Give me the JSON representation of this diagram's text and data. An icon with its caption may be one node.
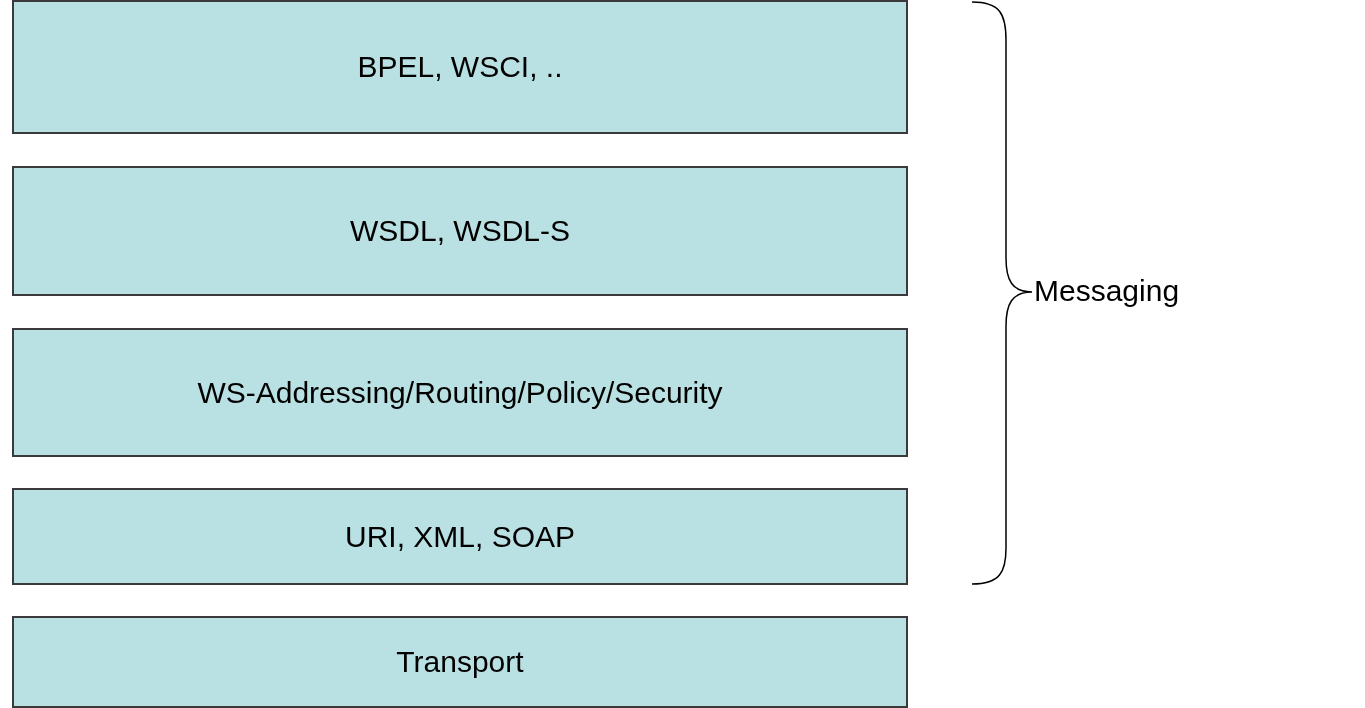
{
  "diagram": {
    "nodes": [
      {
        "text": [
          "BPEL, WSCI, .."
        ]
      },
      {
        "text": [
          "WSDL, WSDL-S"
        ]
      },
      {
        "text": [
          "WS-Addressing/Routing/Policy/Security"
        ]
      },
      {
        "text": [
          "URI, XML, SOAP"
        ]
      },
      {
        "text": [
          "Transport"
        ]
      }
    ],
    "labels": [
      "Messaging"
    ]
  }
}
